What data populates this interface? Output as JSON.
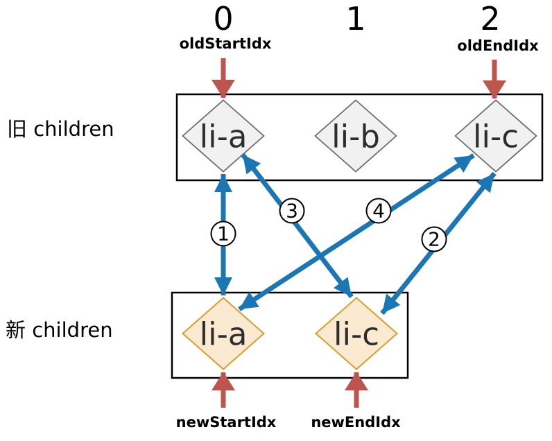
{
  "indices": [
    "0",
    "1",
    "2"
  ],
  "old_row": {
    "label": "旧 children",
    "start_pointer": "oldStartIdx",
    "end_pointer": "oldEndIdx",
    "nodes": [
      "li-a",
      "li-b",
      "li-c"
    ]
  },
  "new_row": {
    "label": "新 children",
    "start_pointer": "newStartIdx",
    "end_pointer": "newEndIdx",
    "nodes": [
      "li-a",
      "li-c"
    ]
  },
  "steps": [
    {
      "label": "1",
      "connects": "old li-a ↔ new li-a"
    },
    {
      "label": "2",
      "connects": "old li-c ↔ new li-c"
    },
    {
      "label": "3",
      "connects": "old li-a ↔ new li-c"
    },
    {
      "label": "4",
      "connects": "old li-c ↔ new li-a"
    }
  ],
  "colors": {
    "compare_arrow_blue": "#1C76B4",
    "pointer_arrow_red": "#BE544E",
    "old_node_fill": "#F1F1F2",
    "old_node_border": "#6E6E6E",
    "new_node_fill": "#FCE9D2",
    "new_node_border": "#D99E2B",
    "box_border": "#000000",
    "text": "#000000"
  }
}
